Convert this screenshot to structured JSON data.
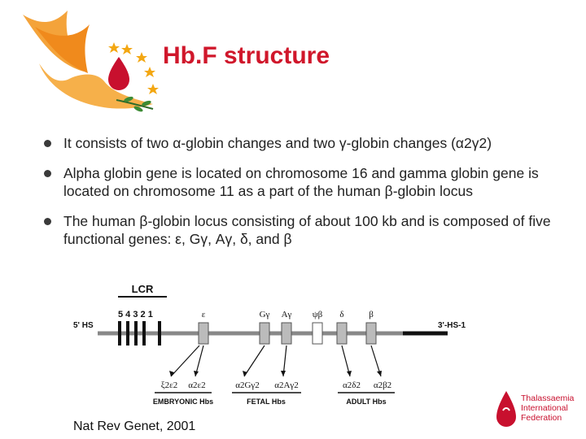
{
  "slide": {
    "title": "Hb.F structure",
    "bullets": [
      "It consists of two α-globin changes and two γ-globin changes (α2γ2)",
      "Alpha globin gene is located on chromosome 16 and gamma globin gene is located on chromosome 11 as a part of the human β-globin locus",
      "The human β-globin locus consisting of about 100 kb and is composed of five functional genes: ε, Gγ, Aγ, δ, and β"
    ],
    "citation": "Nat Rev Genet, 2001"
  },
  "diagram": {
    "lcr_label": "LCR",
    "hs_numbers": "5 4 3 2 1",
    "left_label": "5' HS",
    "right_label": "3'-HS-1",
    "genes": [
      "ε",
      "Gγ",
      "Aγ",
      "ψβ",
      "δ",
      "β"
    ],
    "hb_labels": [
      "ξ2ε2",
      "α2ε2",
      "α2Gγ2",
      "α2Aγ2",
      "α2δ2",
      "α2β2"
    ],
    "groups": [
      "EMBRYONIC Hbs",
      "FETAL Hbs",
      "ADULT Hbs"
    ]
  },
  "footer_logo": {
    "lines": [
      "Thalassaemia",
      "International",
      "Federation"
    ]
  },
  "colors": {
    "title": "#d0172b",
    "logo_orange": "#f08a1c",
    "logo_red": "#c8102e",
    "star_gold": "#f3a712"
  }
}
